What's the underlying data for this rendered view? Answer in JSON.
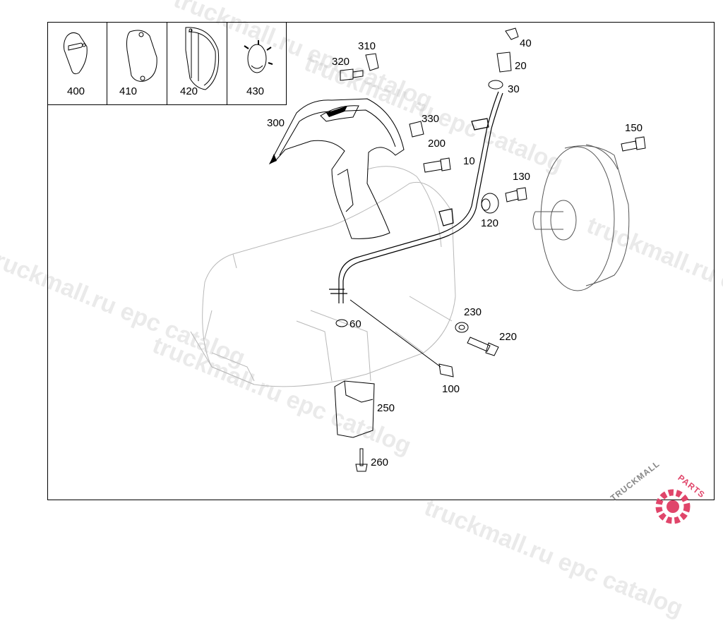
{
  "watermark": "truckmall.ru epc catalog",
  "logo": {
    "text_main": "TRUCKMALL",
    "text_accent": "PARTS",
    "accent_color": "#e0456a"
  },
  "insets": [
    {
      "number": "400"
    },
    {
      "number": "410"
    },
    {
      "number": "420"
    },
    {
      "number": "430"
    }
  ],
  "callouts": {
    "p10": "10",
    "p20": "20",
    "p30": "30",
    "p40": "40",
    "p60": "60",
    "p100": "100",
    "p120": "120",
    "p130": "130",
    "p150": "150",
    "p200": "200",
    "p220": "220",
    "p230": "230",
    "p250": "250",
    "p260": "260",
    "p300": "300",
    "p310": "310",
    "p320": "320",
    "p330": "330"
  }
}
